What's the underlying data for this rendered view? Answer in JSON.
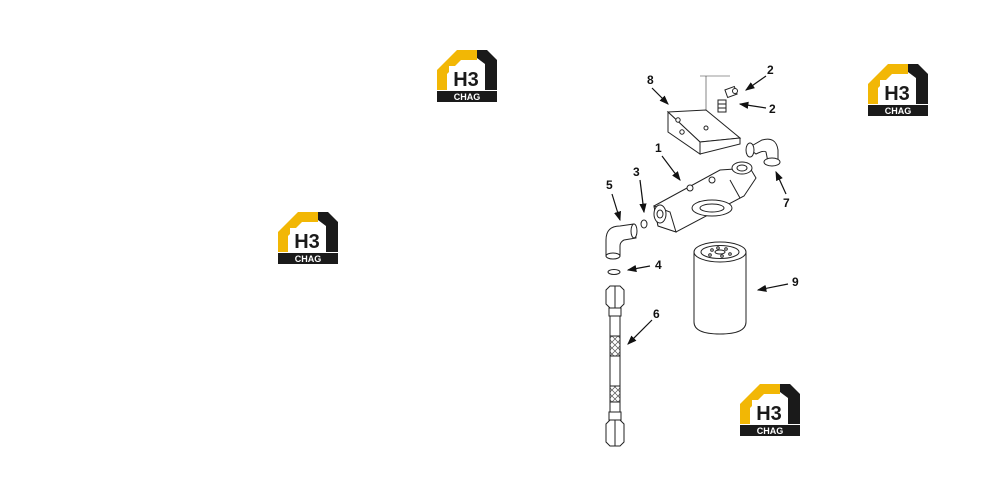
{
  "watermark": {
    "main": "H3",
    "sub": "CHAG",
    "accent": "#f2b705",
    "dark": "#1a1a1a"
  },
  "callouts": {
    "c1": "1",
    "c2a": "2",
    "c2b": "2",
    "c3": "3",
    "c4": "4",
    "c5": "5",
    "c6": "6",
    "c7": "7",
    "c8": "8",
    "c9": "9"
  }
}
